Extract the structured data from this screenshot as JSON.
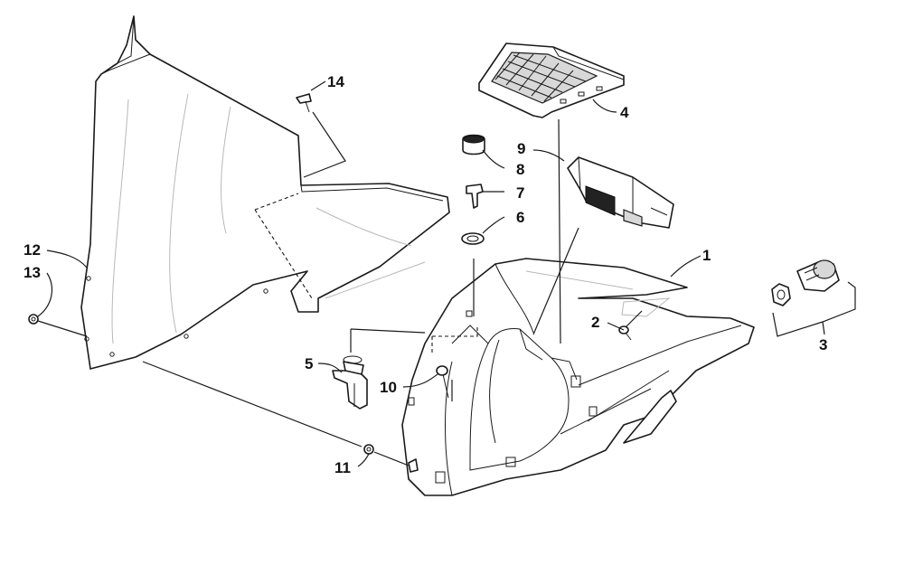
{
  "callouts": [
    {
      "id": "c1",
      "label": "1"
    },
    {
      "id": "c2",
      "label": "2"
    },
    {
      "id": "c3",
      "label": "3"
    },
    {
      "id": "c4",
      "label": "4"
    },
    {
      "id": "c5",
      "label": "5"
    },
    {
      "id": "c6",
      "label": "6"
    },
    {
      "id": "c7",
      "label": "7"
    },
    {
      "id": "c8",
      "label": "8"
    },
    {
      "id": "c9",
      "label": "9"
    },
    {
      "id": "c10",
      "label": "10"
    },
    {
      "id": "c11",
      "label": "11"
    },
    {
      "id": "c12",
      "label": "12"
    },
    {
      "id": "c13",
      "label": "13"
    },
    {
      "id": "c14",
      "label": "14"
    }
  ],
  "colors": {
    "line": "#1a1a1a",
    "background": "#ffffff",
    "faint": "#b8b8b8"
  }
}
